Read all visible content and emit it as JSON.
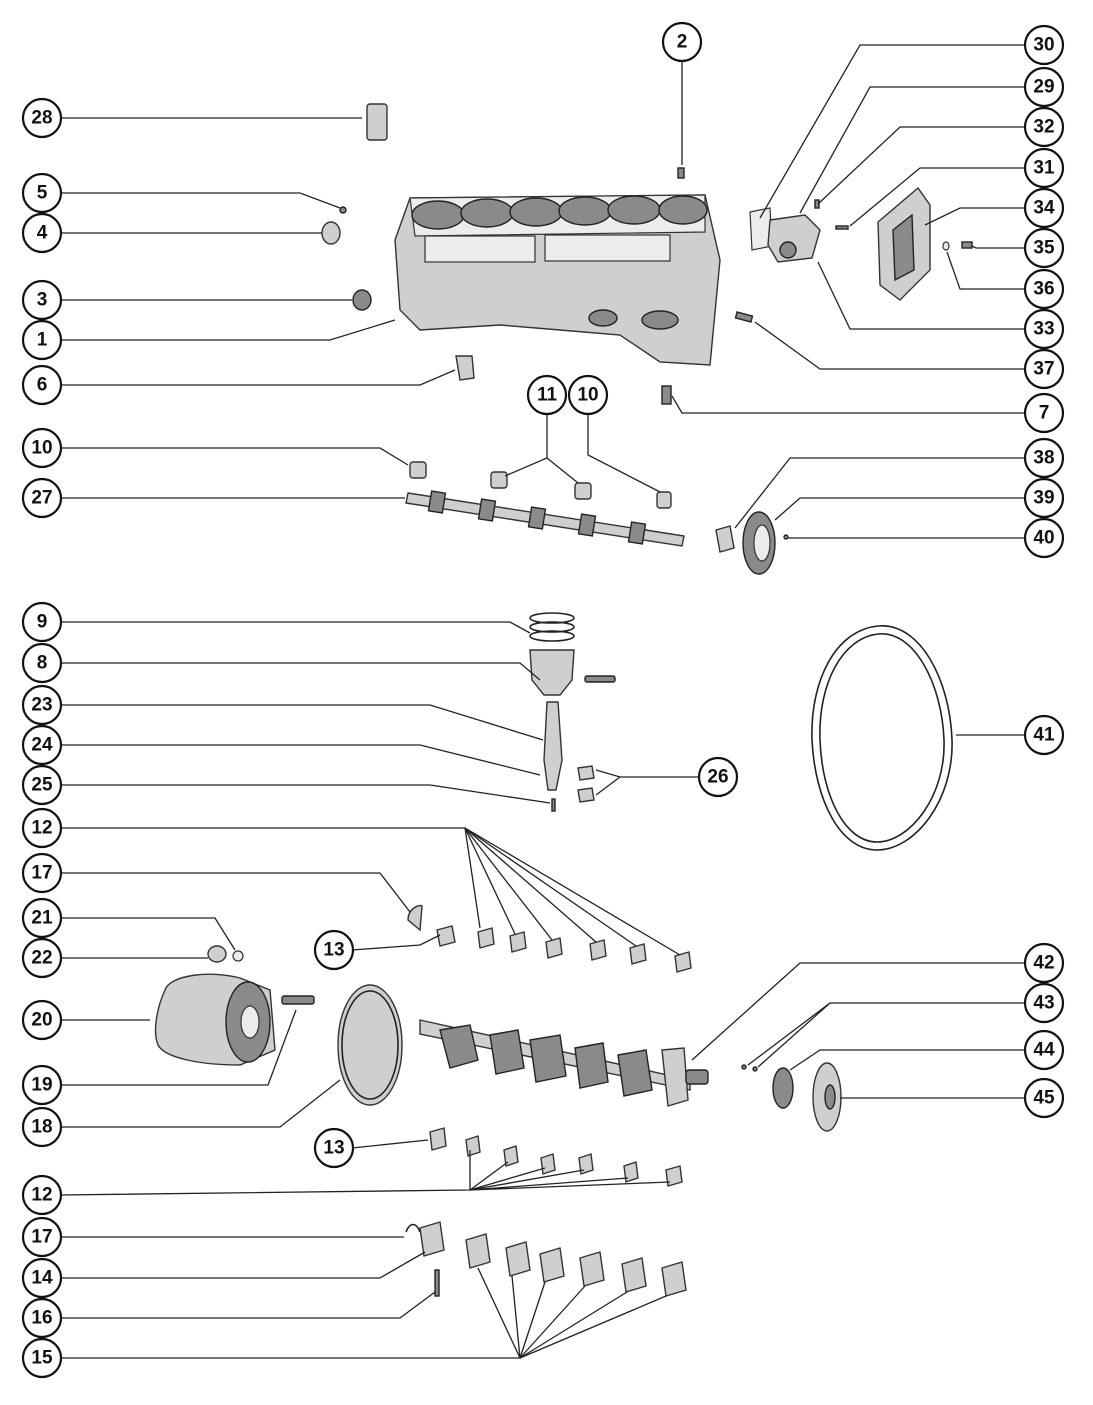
{
  "diagram": {
    "callouts": {
      "c1": "1",
      "c2": "2",
      "c3": "3",
      "c4": "4",
      "c5": "5",
      "c6": "6",
      "c7": "7",
      "c8": "8",
      "c9": "9",
      "c10a": "10",
      "c10b": "10",
      "c11": "11",
      "c12a": "12",
      "c12b": "12",
      "c13a": "13",
      "c13b": "13",
      "c14": "14",
      "c15": "15",
      "c16": "16",
      "c17a": "17",
      "c17b": "17",
      "c18": "18",
      "c19": "19",
      "c20": "20",
      "c21": "21",
      "c22": "22",
      "c23": "23",
      "c24": "24",
      "c25": "25",
      "c26": "26",
      "c27": "27",
      "c28": "28",
      "c29": "29",
      "c30": "30",
      "c31": "31",
      "c32": "32",
      "c33": "33",
      "c34": "34",
      "c35": "35",
      "c36": "36",
      "c37": "37",
      "c38": "38",
      "c39": "39",
      "c40": "40",
      "c41": "41",
      "c42": "42",
      "c43": "43",
      "c44": "44",
      "c45": "45"
    }
  }
}
